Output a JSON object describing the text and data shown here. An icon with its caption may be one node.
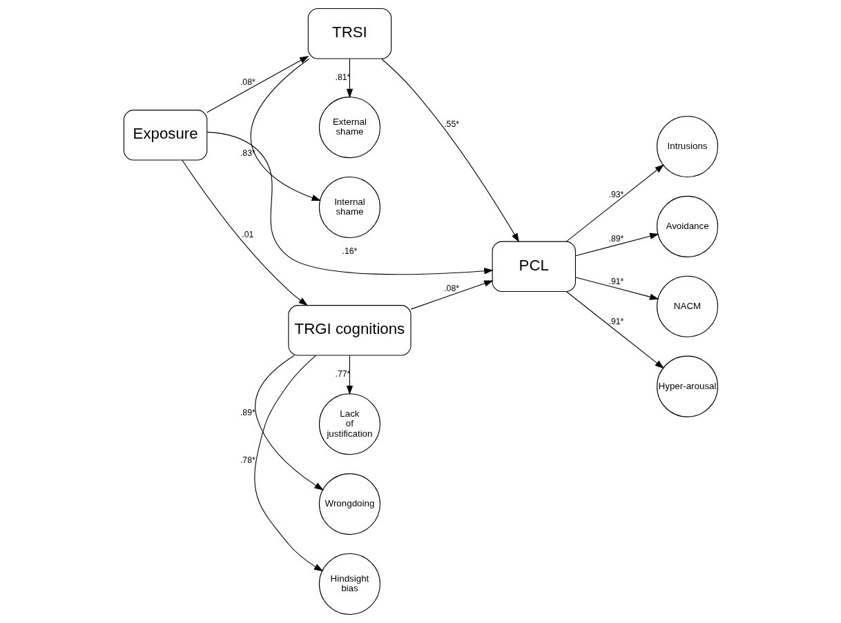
{
  "diagram": {
    "nodes": [
      {
        "text": [
          "Internal shame"
        ]
      },
      {
        "text": [
          "External shame"
        ]
      },
      {
        "text": [
          "TRSI"
        ]
      },
      {
        "text": [
          "Intrusions"
        ]
      },
      {
        "text": [
          "Exposure"
        ]
      },
      {
        "text": [
          "Avoidance"
        ]
      },
      {
        "text": [
          "PCL"
        ]
      },
      {
        "text": [
          "NACM"
        ]
      },
      {
        "text": [
          "TRGI cognitions"
        ]
      },
      {
        "text": [
          "Hyper-arousal"
        ]
      },
      {
        "text": [
          "Hindsight bias"
        ]
      },
      {
        "text": [
          "Wrongdoing"
        ]
      },
      {
        "text": [
          "Lack of justification"
        ]
      }
    ],
    "edges": [
      {
        "from": 2,
        "to": 0,
        "arrow": "to",
        "label": ".83*"
      },
      {
        "from": 2,
        "to": 1,
        "arrow": "to",
        "label": ".81*"
      },
      {
        "from": 4,
        "to": 2,
        "arrow": "to",
        "label": ".08*"
      },
      {
        "from": 2,
        "to": 6,
        "arrow": "to",
        "label": ".55*"
      },
      {
        "from": 4,
        "to": 6,
        "arrow": "to",
        "label": ".16*"
      },
      {
        "from": 4,
        "to": 8,
        "arrow": "to",
        "label": ".01"
      },
      {
        "from": 8,
        "to": 6,
        "arrow": "to",
        "label": ".08*"
      },
      {
        "from": 6,
        "to": 3,
        "arrow": "to",
        "label": ".93*"
      },
      {
        "from": 6,
        "to": 5,
        "arrow": "to",
        "label": ".89*"
      },
      {
        "from": 6,
        "to": 7,
        "arrow": "to",
        "label": ".91*"
      },
      {
        "from": 6,
        "to": 9,
        "arrow": "to",
        "label": ".91*"
      },
      {
        "from": 8,
        "to": 10,
        "arrow": "to",
        "label": ".78*"
      },
      {
        "from": 8,
        "to": 11,
        "arrow": "to",
        "label": ".89*"
      },
      {
        "from": 8,
        "to": 12,
        "arrow": "to",
        "label": ".77*"
      }
    ]
  }
}
